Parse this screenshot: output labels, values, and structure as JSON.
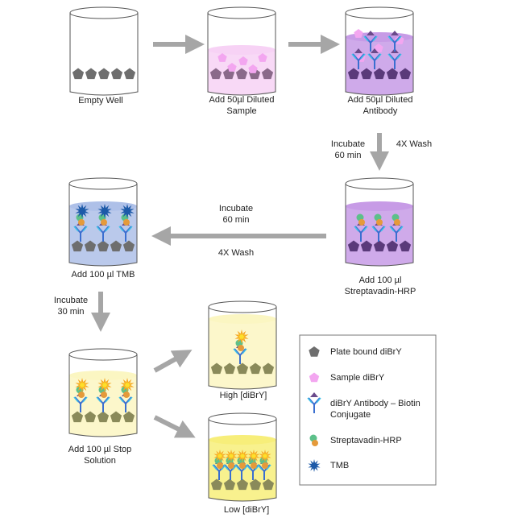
{
  "steps": [
    {
      "id": "empty",
      "label_lines": [
        "Empty Well"
      ]
    },
    {
      "id": "sample",
      "label_lines": [
        "Add 50µl Diluted",
        "Sample"
      ]
    },
    {
      "id": "antibody",
      "label_lines": [
        "Add 50µl Diluted",
        "Antibody"
      ]
    },
    {
      "id": "strep",
      "label_lines": [
        "Add 100 µl",
        "Streptavadin-HRP"
      ]
    },
    {
      "id": "tmb",
      "label_lines": [
        "Add 100 µl TMB"
      ]
    },
    {
      "id": "stop",
      "label_lines": [
        "Add 100 µl Stop",
        "Solution"
      ]
    },
    {
      "id": "high",
      "label_lines": [
        "High [diBrY]"
      ]
    },
    {
      "id": "low",
      "label_lines": [
        "Low [diBrY]"
      ]
    }
  ],
  "arrow_labels": {
    "incubate_60_a": [
      "Incubate",
      "60 min"
    ],
    "wash_a": "4X Wash",
    "incubate_60_b": [
      "Incubate",
      "60 min"
    ],
    "wash_b": "4X Wash",
    "incubate_30": [
      "Incubate",
      "30 min"
    ]
  },
  "legend": [
    {
      "icon": "pentagon-gray-icon",
      "label_lines": [
        "Plate bound diBrY"
      ]
    },
    {
      "icon": "pentagon-pink-icon",
      "label_lines": [
        "Sample diBrY"
      ]
    },
    {
      "icon": "antibody-biotin-icon",
      "label_lines": [
        "diBrY Antibody – Biotin",
        "Conjugate"
      ]
    },
    {
      "icon": "streptavidin-hrp-icon",
      "label_lines": [
        "Streptavadin-HRP"
      ]
    },
    {
      "icon": "tmb-star-icon",
      "label_lines": [
        "TMB"
      ]
    }
  ],
  "colors": {
    "arrow": "#a6a6a6",
    "plate": "#6e6e6e",
    "plate_olive": "#8a8a5a",
    "sample_pink": "#f3a6f0",
    "antibody_purple": "#6a4a8a",
    "liquid_pink": "#f7d2f5",
    "liquid_purple": "#c79be6",
    "liquid_blue": "#aec0e8",
    "liquid_yellow_light": "#fbf6c2",
    "liquid_yellow": "#f7ee7a",
    "ab_blue": "#3a6fd0",
    "ab_cyan": "#3fc0e8",
    "strep_green": "#5cc08a",
    "hrp_orange": "#e59a3a",
    "tmb_blue": "#1d5aa8",
    "star_orange": "#f5a623",
    "star_yellow": "#fde02a"
  }
}
